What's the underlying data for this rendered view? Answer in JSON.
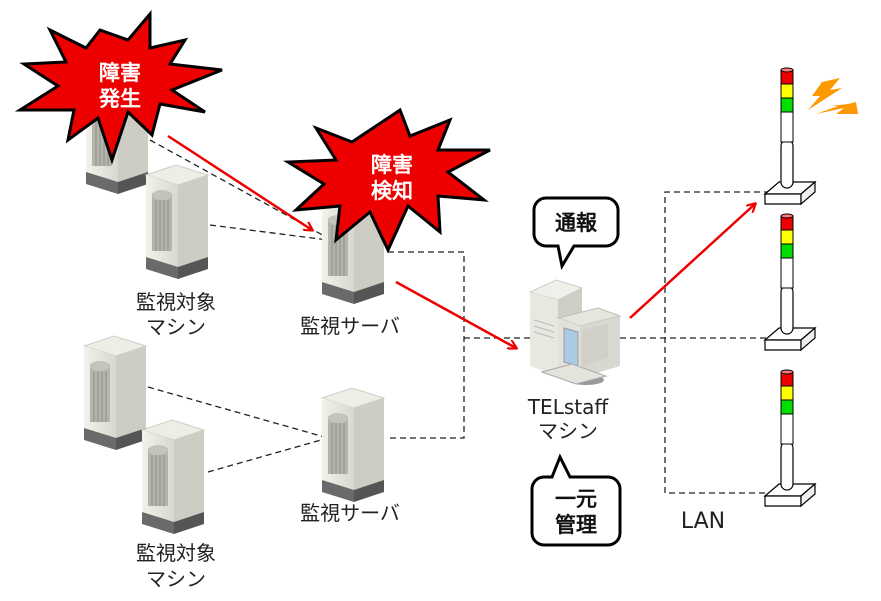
{
  "labels": {
    "target_machine_top": [
      "監視対象",
      "マシン"
    ],
    "target_machine_bottom": [
      "監視対象",
      "マシン"
    ],
    "monitor_server_top": "監視サーバ",
    "monitor_server_bottom": "監視サーバ",
    "telstaff_machine": [
      "TELstaff",
      "マシン"
    ],
    "lan": "LAN"
  },
  "bursts": {
    "fault_occur": [
      "障害",
      "発生"
    ],
    "fault_detect": [
      "障害",
      "検知"
    ]
  },
  "bubbles": {
    "notify": "通報",
    "central_manage": [
      "一元",
      "管理"
    ]
  },
  "colors": {
    "burst_fill": "#ee0000",
    "arrow": "#ee0000",
    "lightning": "#ff9900",
    "lamp_red": "#ee0000",
    "lamp_yellow": "#ffff00",
    "lamp_green": "#00dd00"
  }
}
